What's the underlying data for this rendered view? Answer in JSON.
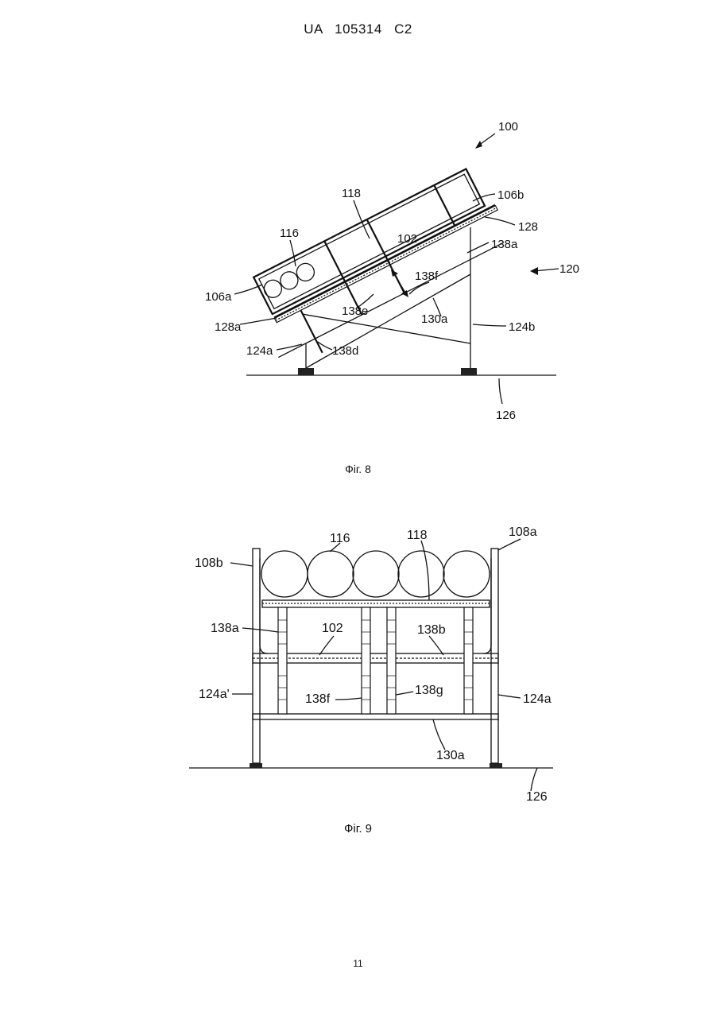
{
  "header": {
    "office": "UA",
    "number": "105314",
    "kind": "C2"
  },
  "figure8": {
    "caption": "Фіг. 8",
    "labels": {
      "r100": "100",
      "r106b": "106b",
      "r128": "128",
      "r118": "118",
      "r116": "116",
      "r102": "102",
      "r138a": "138a",
      "r120": "120",
      "r138f": "138f",
      "r106a": "106a",
      "r138e": "138e",
      "r130a": "130a",
      "r128a": "128a",
      "r124b": "124b",
      "r124a": "124a",
      "r138d": "138d",
      "r126": "126"
    }
  },
  "figure9": {
    "caption": "Фіг. 9",
    "labels": {
      "r108b": "108b",
      "r116": "116",
      "r118": "118",
      "r108a": "108a",
      "r138a": "138a",
      "r102": "102",
      "r138b": "138b",
      "r124a_prime": "124a'",
      "r138f": "138f",
      "r138g": "138g",
      "r124a": "124a",
      "r130a": "130a",
      "r126": "126"
    }
  },
  "footer": {
    "page_number": "11"
  }
}
